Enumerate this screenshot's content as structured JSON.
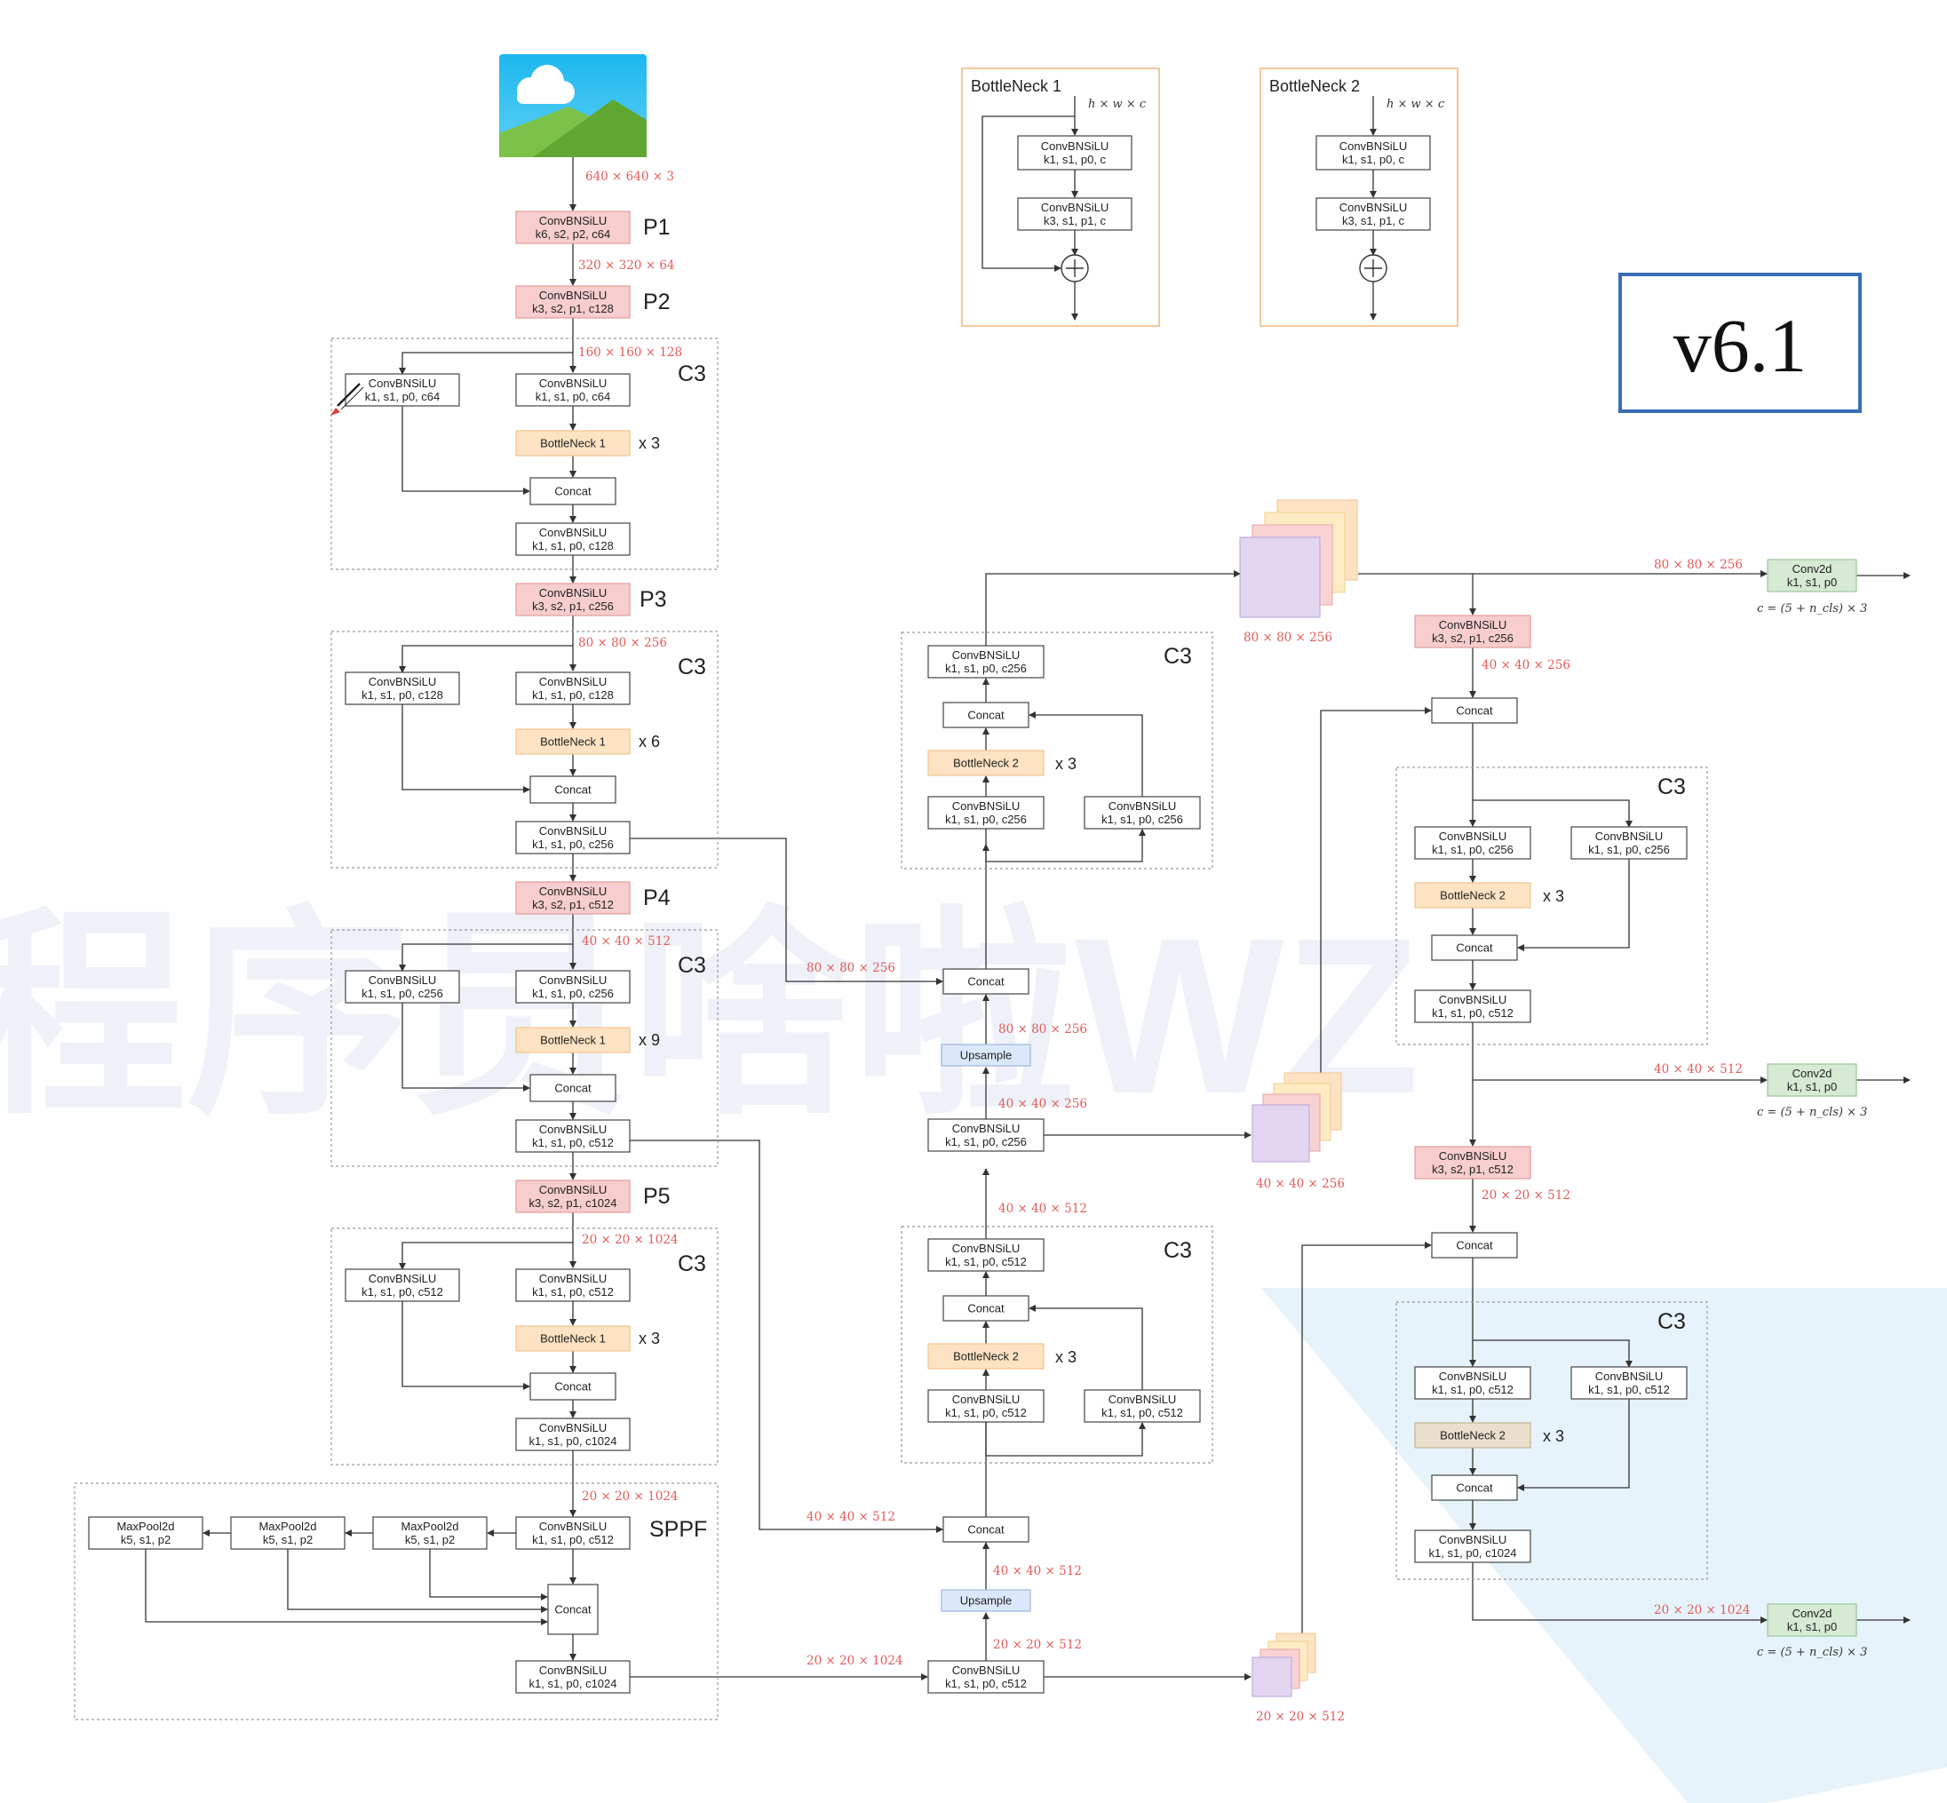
{
  "version_label": "v6.1",
  "watermark": "程序员啥啦WZ",
  "bottleneck1": {
    "title": "BottleNeck 1",
    "dim": "h × w × c",
    "conv1": [
      "ConvBNSiLU",
      "k1, s1, p0, c"
    ],
    "conv2": [
      "ConvBNSiLU",
      "k3, s1, p1, c"
    ]
  },
  "bottleneck2": {
    "title": "BottleNeck 2",
    "dim": "h × w × c",
    "conv1": [
      "ConvBNSiLU",
      "k1, s1, p0, c"
    ],
    "conv2": [
      "ConvBNSiLU",
      "k3, s1, p1, c"
    ]
  },
  "backbone": {
    "input_dim": "640 × 640 × 3",
    "p1": {
      "label": "P1",
      "lines": [
        "ConvBNSiLU",
        "k6, s2, p2, c64"
      ],
      "out": "320 × 320 × 64"
    },
    "p2": {
      "label": "P2",
      "lines": [
        "ConvBNSiLU",
        "k3, s2, p1, c128"
      ],
      "out": "160 × 160 × 128"
    },
    "p3": {
      "label": "P3",
      "lines": [
        "ConvBNSiLU",
        "k3, s2, p1, c256"
      ],
      "out": "80 × 80 × 256"
    },
    "p4": {
      "label": "P4",
      "lines": [
        "ConvBNSiLU",
        "k3, s2, p1, c512"
      ],
      "out": "40 × 40 × 512"
    },
    "p5": {
      "label": "P5",
      "lines": [
        "ConvBNSiLU",
        "k3, s2, p1, c1024"
      ],
      "out": "20 × 20 × 1024"
    },
    "c3_1": {
      "title": "C3",
      "left": [
        "ConvBNSiLU",
        "k1, s1, p0, c64"
      ],
      "right": [
        "ConvBNSiLU",
        "k1, s1, p0, c64"
      ],
      "bottleneck": "BottleNeck 1",
      "repeat": "x 3",
      "concat": "Concat",
      "out": [
        "ConvBNSiLU",
        "k1, s1, p0, c128"
      ]
    },
    "c3_2": {
      "title": "C3",
      "left": [
        "ConvBNSiLU",
        "k1, s1, p0, c128"
      ],
      "right": [
        "ConvBNSiLU",
        "k1, s1, p0, c128"
      ],
      "bottleneck": "BottleNeck 1",
      "repeat": "x 6",
      "concat": "Concat",
      "out": [
        "ConvBNSiLU",
        "k1, s1, p0, c256"
      ]
    },
    "c3_3": {
      "title": "C3",
      "left": [
        "ConvBNSiLU",
        "k1, s1, p0, c256"
      ],
      "right": [
        "ConvBNSiLU",
        "k1, s1, p0, c256"
      ],
      "bottleneck": "BottleNeck 1",
      "repeat": "x 9",
      "concat": "Concat",
      "out": [
        "ConvBNSiLU",
        "k1, s1, p0, c512"
      ]
    },
    "c3_4": {
      "title": "C3",
      "left": [
        "ConvBNSiLU",
        "k1, s1, p0, c512"
      ],
      "right": [
        "ConvBNSiLU",
        "k1, s1, p0, c512"
      ],
      "bottleneck": "BottleNeck 1",
      "repeat": "x 3",
      "concat": "Concat",
      "out": [
        "ConvBNSiLU",
        "k1, s1, p0, c1024"
      ]
    },
    "sppf": {
      "title": "SPPF",
      "in_dim": "20 × 20 × 1024",
      "conv_in": [
        "ConvBNSiLU",
        "k1, s1, p0, c512"
      ],
      "maxpool": [
        "MaxPool2d",
        "k5, s1, p2"
      ],
      "concat": "Concat",
      "conv_out": [
        "ConvBNSiLU",
        "k1, s1, p0, c1024"
      ]
    }
  },
  "neck": {
    "dim_20_1024": "20 × 20 × 1024",
    "conv_a": [
      "ConvBNSiLU",
      "k1, s1, p0, c512"
    ],
    "dim_20_512_a": "20 × 20 × 512",
    "upsample_label": "Upsample",
    "dim_40_512_a": "40 × 40 × 512",
    "concat_label": "Concat",
    "dim_40_512_skip": "40 × 40 × 512",
    "c3_a": {
      "title": "C3",
      "left": [
        "ConvBNSiLU",
        "k1, s1, p0, c512"
      ],
      "right": [
        "ConvBNSiLU",
        "k1, s1, p0, c512"
      ],
      "bottleneck": "BottleNeck 2",
      "repeat": "x 3",
      "out": [
        "ConvBNSiLU",
        "k1, s1, p0, c512"
      ]
    },
    "dim_40_512_b": "40 × 40 × 512",
    "conv_b": [
      "ConvBNSiLU",
      "k1, s1, p0, c256"
    ],
    "dim_40_256": "40 × 40 × 256",
    "dim_80_256_a": "80 × 80 × 256",
    "dim_80_256_skip": "80 × 80 × 256",
    "c3_b": {
      "title": "C3",
      "left": [
        "ConvBNSiLU",
        "k1, s1, p0, c256"
      ],
      "right": [
        "ConvBNSiLU",
        "k1, s1, p0, c256"
      ],
      "bottleneck": "BottleNeck 2",
      "repeat": "x 3",
      "out": [
        "ConvBNSiLU",
        "k1, s1, p0, c256"
      ]
    },
    "stack_80": "80 × 80 × 256",
    "stack_40": "40 × 40 × 256",
    "stack_20": "20 × 20 × 512"
  },
  "pan": {
    "down1": [
      "ConvBNSiLU",
      "k3, s2, p1, c256"
    ],
    "dim_40_256": "40 × 40 × 256",
    "c3_c": {
      "title": "C3",
      "left": [
        "ConvBNSiLU",
        "k1, s1, p0, c256"
      ],
      "right": [
        "ConvBNSiLU",
        "k1, s1, p0, c256"
      ],
      "bottleneck": "BottleNeck 2",
      "repeat": "x 3",
      "out": [
        "ConvBNSiLU",
        "k1, s1, p0, c512"
      ]
    },
    "down2": [
      "ConvBNSiLU",
      "k3, s2, p1, c512"
    ],
    "dim_20_512": "20 × 20 × 512",
    "c3_d": {
      "title": "C3",
      "left": [
        "ConvBNSiLU",
        "k1, s1, p0, c512"
      ],
      "right": [
        "ConvBNSiLU",
        "k1, s1, p0, c512"
      ],
      "bottleneck": "BottleNeck 2",
      "repeat": "x 3",
      "out": [
        "ConvBNSiLU",
        "k1, s1, p0, c1024"
      ]
    }
  },
  "heads": [
    {
      "dim": "80 × 80 × 256",
      "lines": [
        "Conv2d",
        "k1, s1, p0"
      ],
      "formula": "c = (5 + n_cls) × 3"
    },
    {
      "dim": "40 × 40 × 512",
      "lines": [
        "Conv2d",
        "k1, s1, p0"
      ],
      "formula": "c = (5 + n_cls) × 3"
    },
    {
      "dim": "20 × 20 × 1024",
      "lines": [
        "Conv2d",
        "k1, s1, p0"
      ],
      "formula": "c = (5 + n_cls) × 3"
    }
  ],
  "colors": {
    "red_box": "#f7cdcd",
    "red_border": "#e39b9b",
    "orange_box": "#fde3c3",
    "orange_border": "#f1c38f",
    "blue_box": "#dbe8fb",
    "green_box": "#d6ead4",
    "green_border": "#9cc59a",
    "dim_text": "#e35a5a",
    "frame_orange": "#f6c79b",
    "frame_blue": "#3a6db4"
  }
}
